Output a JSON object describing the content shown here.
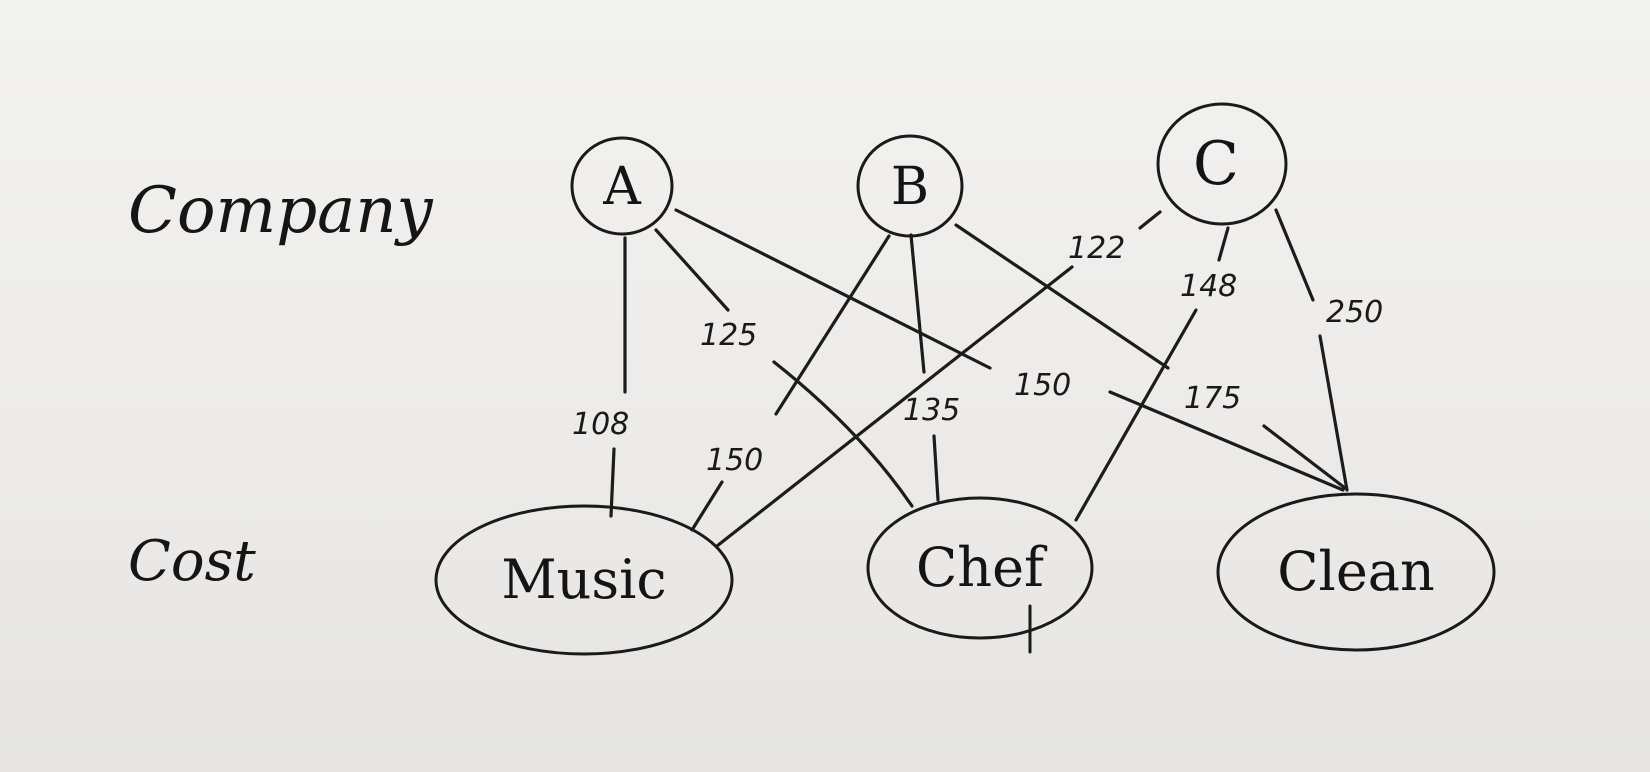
{
  "labels": {
    "company": "Company",
    "cost": "Cost"
  },
  "companies": [
    {
      "id": "A",
      "label": "A"
    },
    {
      "id": "B",
      "label": "B"
    },
    {
      "id": "C",
      "label": "C"
    }
  ],
  "jobs": [
    {
      "id": "music",
      "label": "Music"
    },
    {
      "id": "chef",
      "label": "Chef"
    },
    {
      "id": "clean",
      "label": "Clean"
    }
  ],
  "edges": [
    {
      "from": "A",
      "to": "music",
      "weight": "108"
    },
    {
      "from": "A",
      "to": "chef",
      "weight": "125"
    },
    {
      "from": "A",
      "to": "clean",
      "weight": "150"
    },
    {
      "from": "B",
      "to": "music",
      "weight": "150"
    },
    {
      "from": "B",
      "to": "chef",
      "weight": "135"
    },
    {
      "from": "B",
      "to": "clean",
      "weight": "175"
    },
    {
      "from": "C",
      "to": "music",
      "weight": "122"
    },
    {
      "from": "C",
      "to": "chef",
      "weight": "148"
    },
    {
      "from": "C",
      "to": "clean",
      "weight": "250"
    }
  ],
  "colors": {
    "ink": "#1a1a1a",
    "paper": "#eeeeec"
  }
}
